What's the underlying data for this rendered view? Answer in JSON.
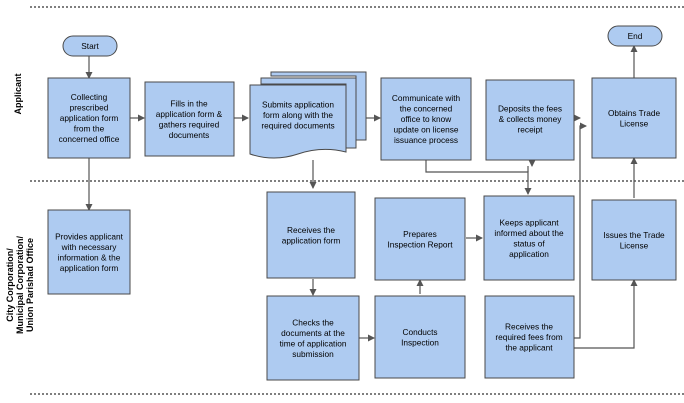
{
  "lanes": {
    "applicant": "Applicant",
    "office": [
      "City Corporation/",
      "Municipal Corporation/",
      "Union Parishad Office"
    ]
  },
  "terminals": {
    "start": "Start",
    "end": "End"
  },
  "steps": {
    "collect": [
      "Collecting",
      "prescribed",
      "application form",
      "from the",
      "concerned office"
    ],
    "fills": [
      "Fills in the",
      "application form &",
      "gathers required",
      "documents"
    ],
    "submits": [
      "Submits application",
      "form along with the",
      "required documents"
    ],
    "communicate": [
      "Communicate with",
      "the concerned",
      "office to know",
      "update on license",
      "issuance process"
    ],
    "deposits": [
      "Deposits the fees",
      "& collects money",
      "receipt"
    ],
    "obtains": [
      "Obtains Trade",
      "License"
    ],
    "provides": [
      "Provides applicant",
      "with necessary",
      "information & the",
      "application form"
    ],
    "receives_form": [
      "Receives the",
      "application form"
    ],
    "checks": [
      "Checks the",
      "documents at the",
      "time of application",
      "submission"
    ],
    "prepares": [
      "Prepares",
      "Inspection  Report"
    ],
    "conducts": [
      "Conducts",
      "Inspection"
    ],
    "keeps": [
      "Keeps applicant",
      "informed about the",
      "status of",
      "application"
    ],
    "receives_fees": [
      "Receives the",
      "required fees from",
      "the applicant"
    ],
    "issues": [
      "Issues the Trade",
      "License"
    ]
  }
}
